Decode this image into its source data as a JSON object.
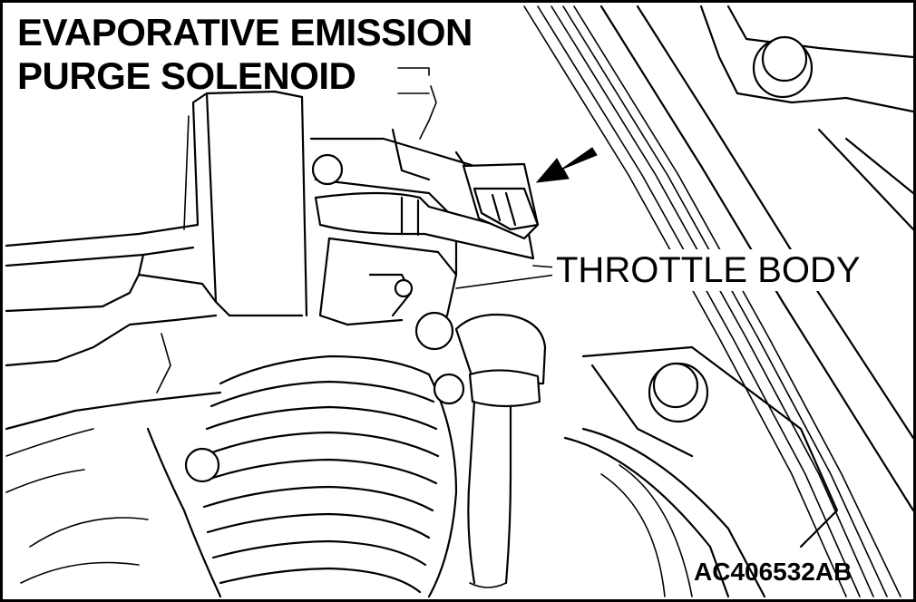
{
  "labels": {
    "title_line1": "EVAPORATIVE EMISSION",
    "title_line2": "PURGE SOLENOID",
    "throttle_body": "THROTTLE BODY",
    "figure_id": "AC406532AB"
  },
  "pointer": {
    "style": "filled-arrow",
    "color": "#000000"
  }
}
